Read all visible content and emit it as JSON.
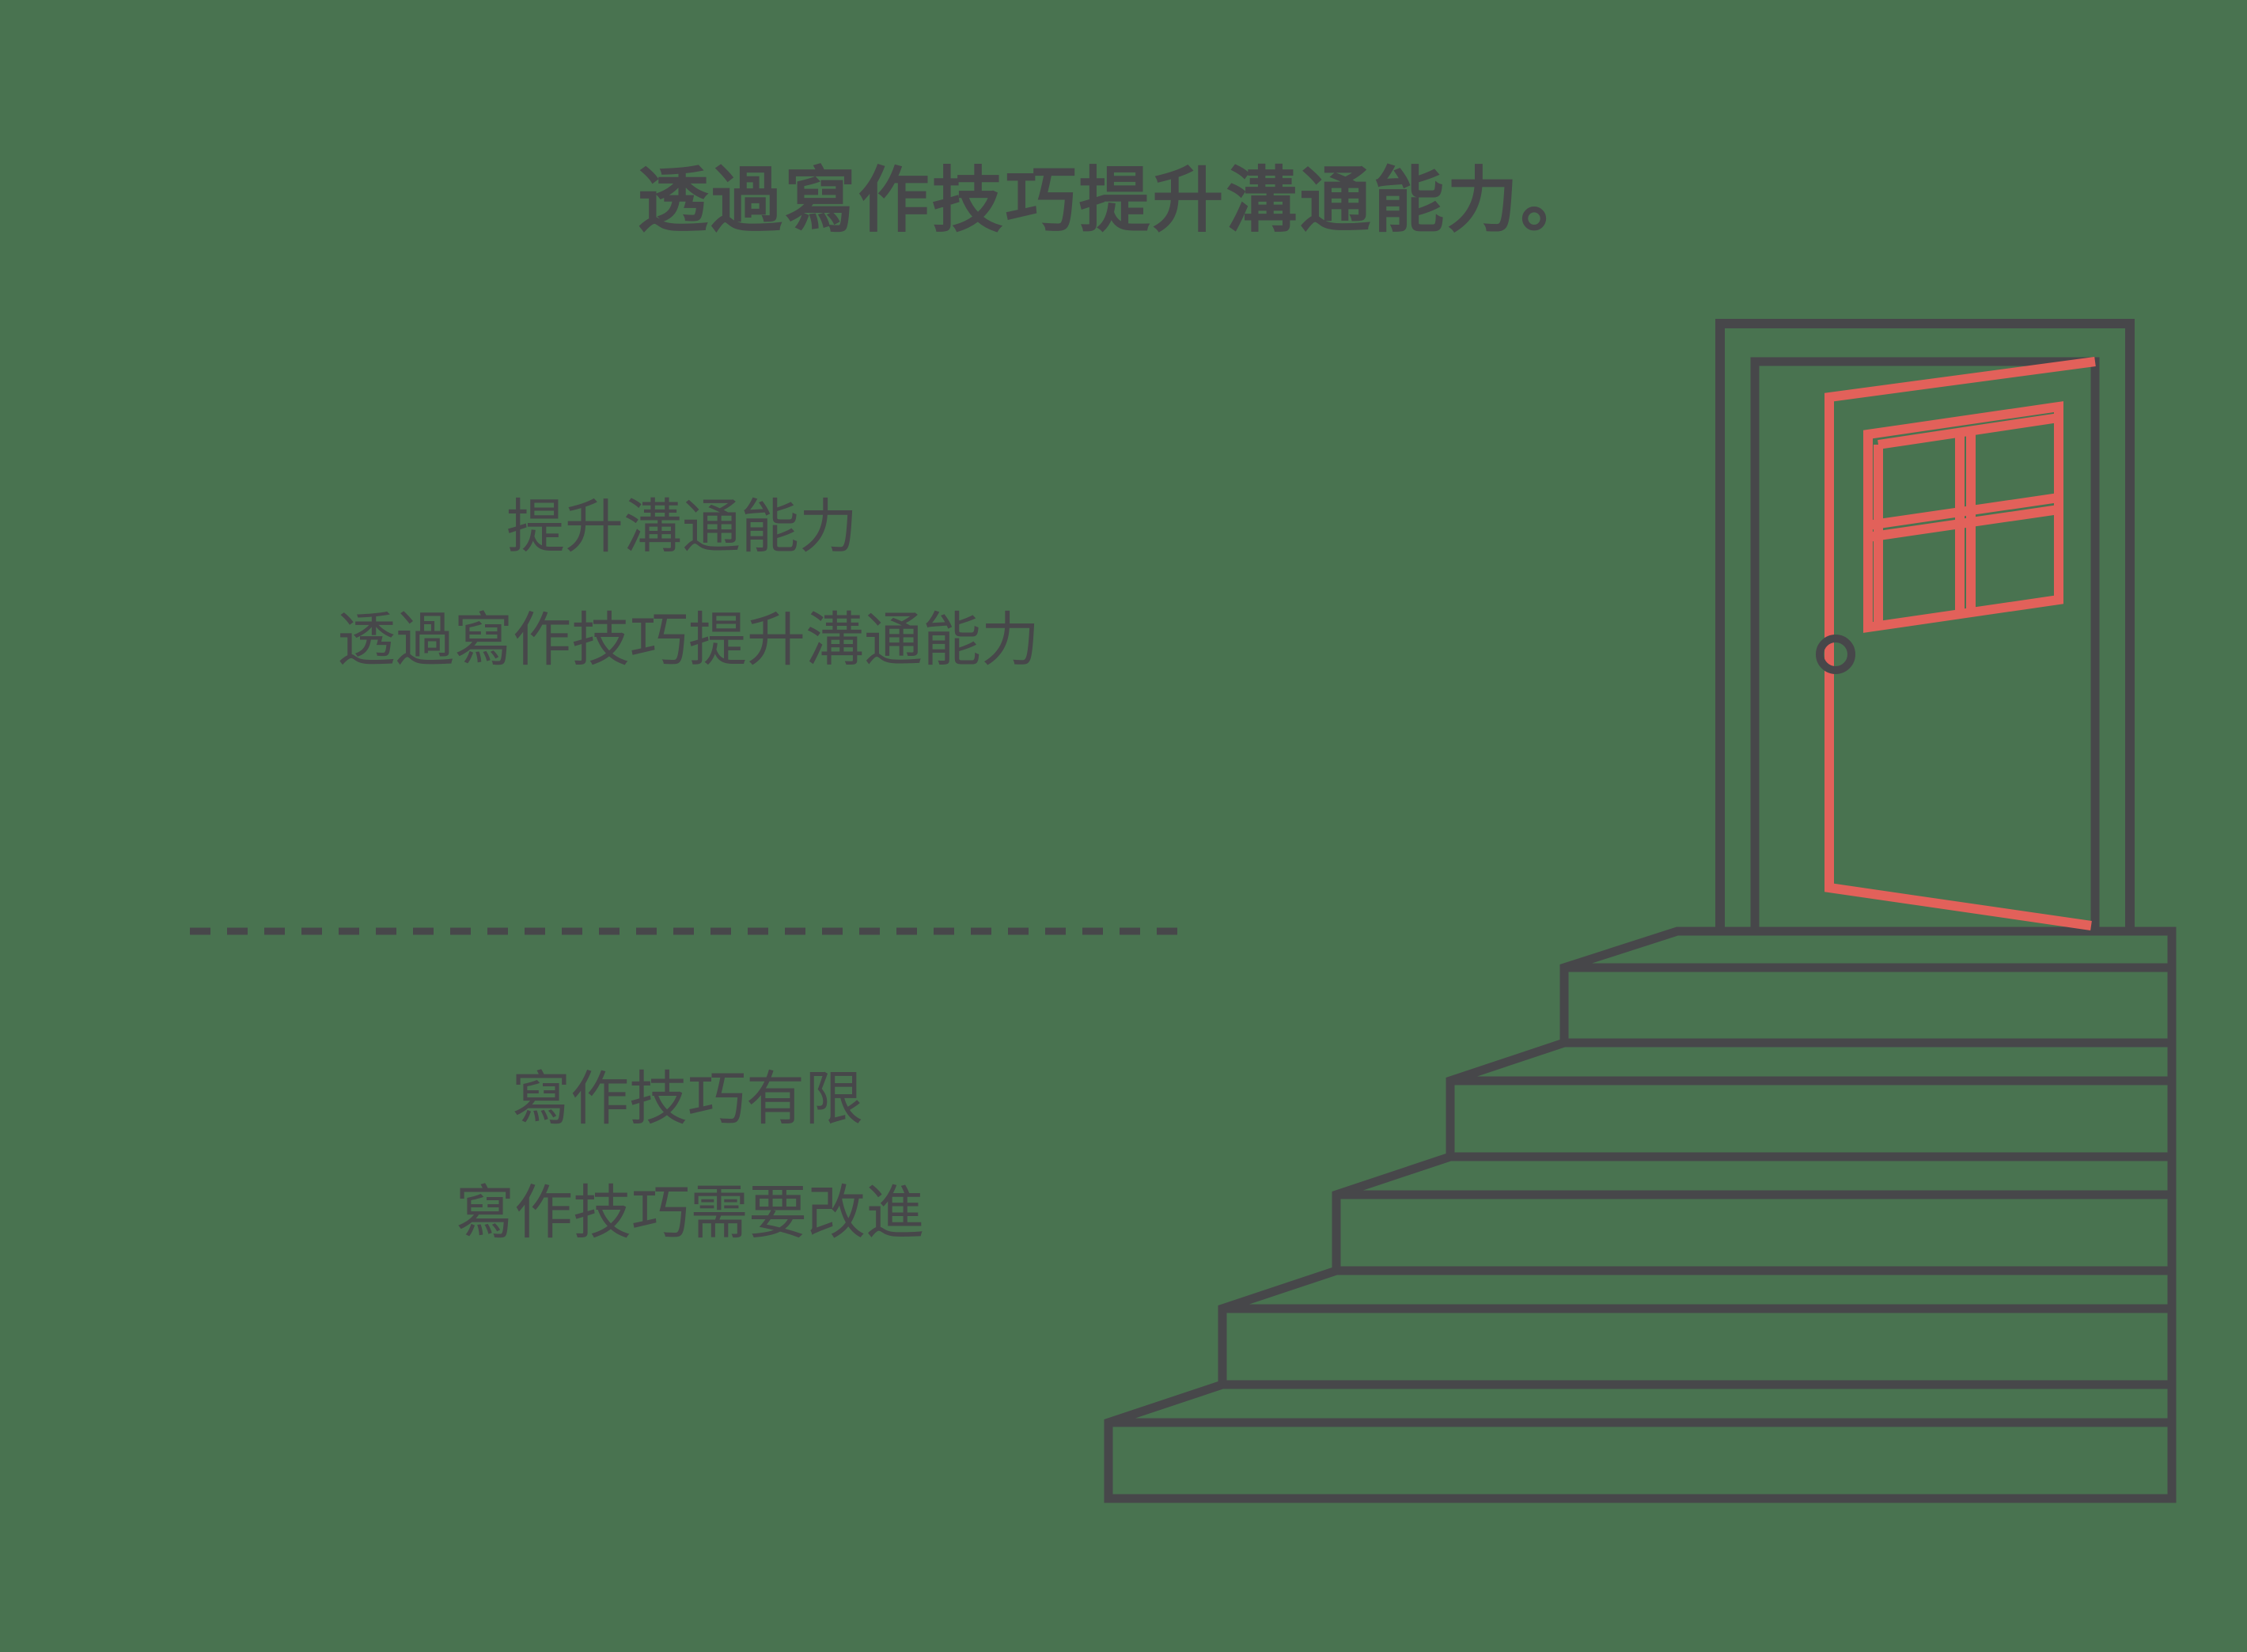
{
  "page": {
    "background_color": "#497350",
    "ink_color": "#47474a",
    "accent_color": "#e2615a"
  },
  "title": {
    "text": "透過寫作技巧提升溝通能力。"
  },
  "upper_labels": {
    "line1": "提升溝通能力",
    "line2": "透過寫作技巧提升溝通能力"
  },
  "lower_labels": {
    "line1": "寫作技巧有限",
    "line2": "寫作技巧需要改進"
  },
  "illustration": {
    "icon": "open-door-at-top-of-staircase-icon",
    "line_color": "#47474a",
    "door_accent_color": "#e2615a"
  }
}
